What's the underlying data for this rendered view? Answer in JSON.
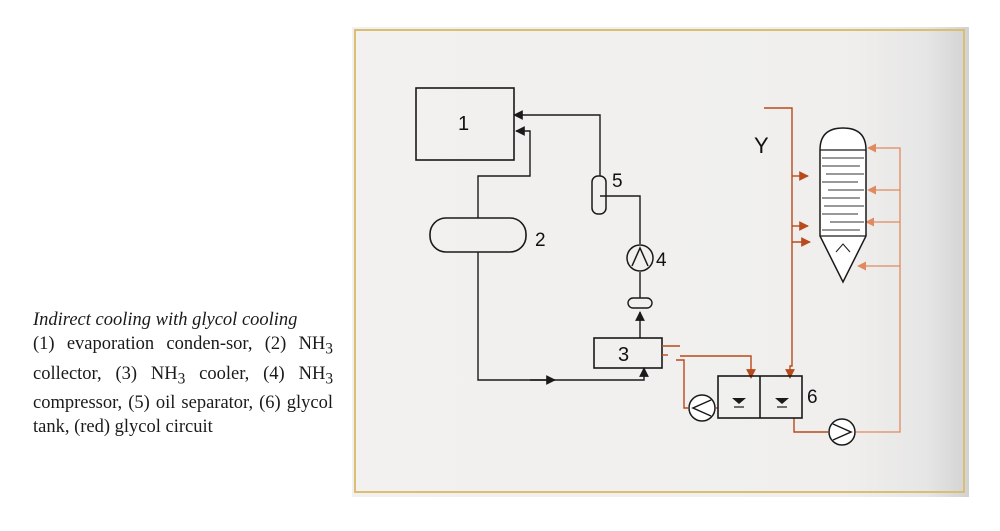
{
  "caption": {
    "title": "Indirect cooling with glycol cooling",
    "body": "(1) evaporation condenser, (2) NH3 collector, (3) NH3 cooler, (4) NH3 compressor, (5) oil separator, (6) glycol tank, (red) glycol circuit",
    "item1": "(1) evaporation conden-sor, (2) ",
    "nh3_a": "NH",
    "sub_a": "3",
    "item2": " collector, (3) ",
    "nh3_b": "NH",
    "sub_b": "3",
    "item3": " cooler, (4) ",
    "nh3_c": "NH",
    "sub_c": "3",
    "item4": " compressor, (5) oil separator, (6) glycol tank, (red) glycol circuit"
  },
  "diagram": {
    "labels": {
      "condenser": "1",
      "collector": "2",
      "cooler": "3",
      "compressor": "4",
      "oil_separator": "5",
      "glycol_tank": "6",
      "y_point": "Y"
    },
    "colors": {
      "ammonia_line": "#1a1a1a",
      "glycol_line": "#b84a1c",
      "frame": "#d8bf73"
    }
  }
}
